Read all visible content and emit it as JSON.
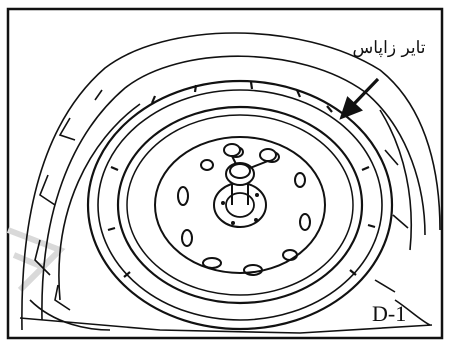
{
  "figure": {
    "callout_label": "تاير زاپاس",
    "figure_code": "D-1",
    "subject_icon": "spare-tire-illustration",
    "line_color": "#111111",
    "watermark_color": "#d8d8d8"
  }
}
